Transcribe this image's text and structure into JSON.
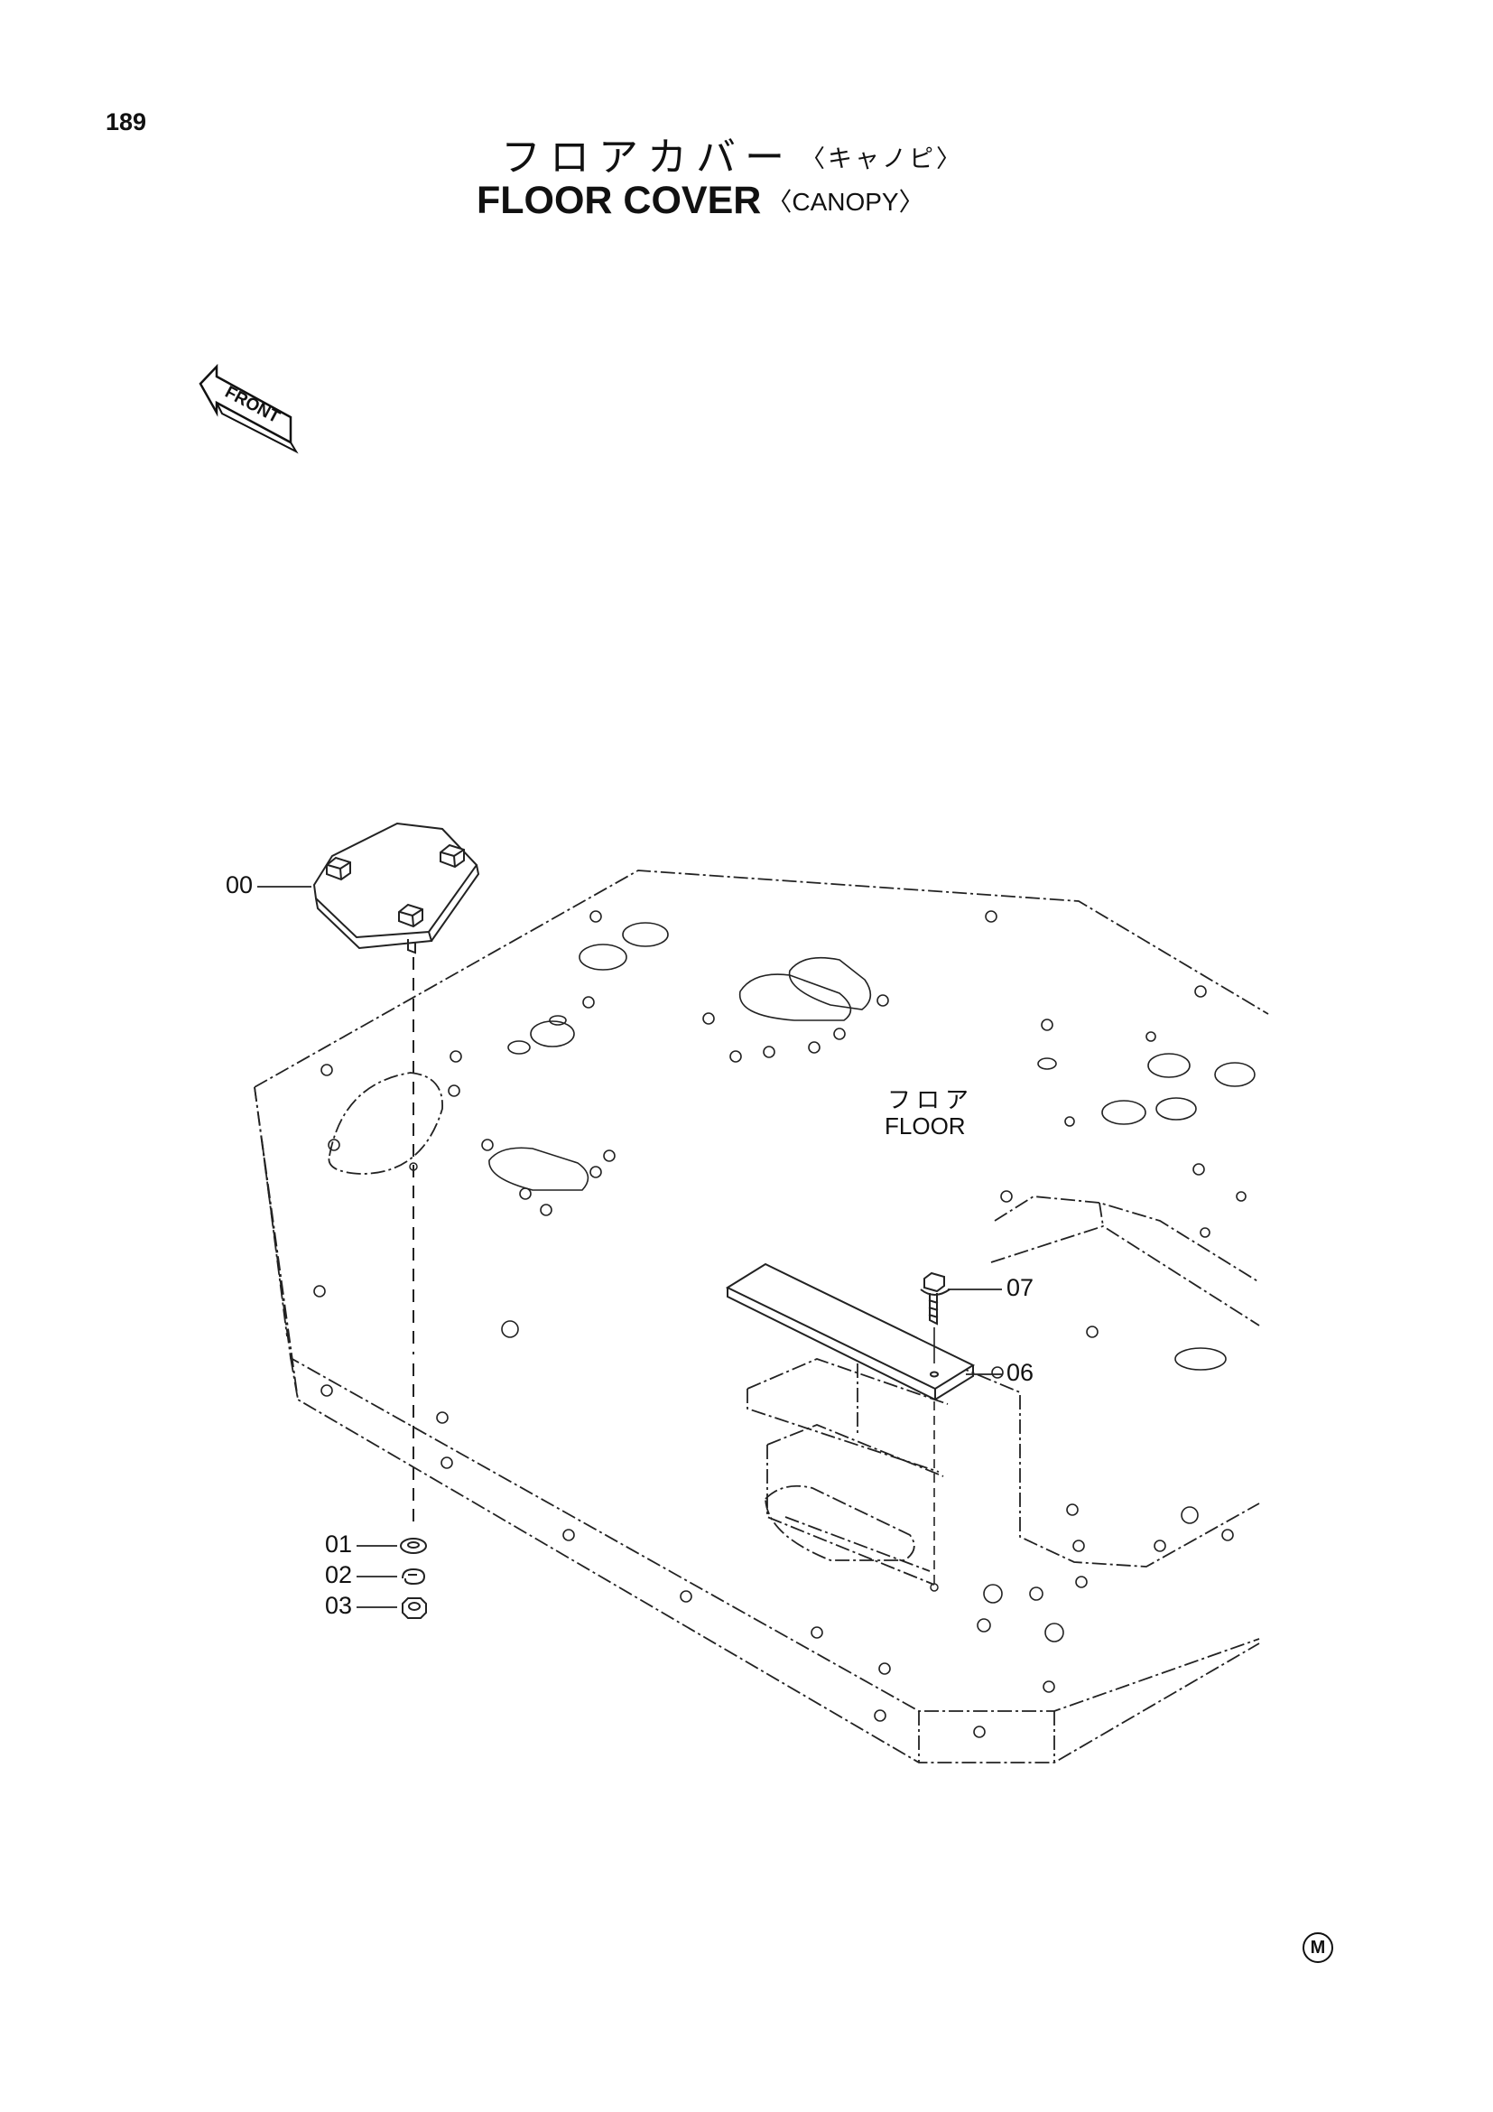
{
  "page": {
    "number": "189"
  },
  "title": {
    "japanese": "フロアカバー",
    "japanese_sub": "〈キャノピ〉",
    "english": "FLOOR COVER",
    "english_sub": "〈CANOPY〉"
  },
  "front_arrow": {
    "label": "FRONT"
  },
  "floor_label": {
    "japanese": "フロア",
    "english": "FLOOR"
  },
  "callouts": [
    {
      "id": "00",
      "part": "floor-cover"
    },
    {
      "id": "01",
      "part": "washer"
    },
    {
      "id": "02",
      "part": "spring-washer"
    },
    {
      "id": "03",
      "part": "nut"
    },
    {
      "id": "06",
      "part": "plate"
    },
    {
      "id": "07",
      "part": "bolt"
    }
  ],
  "marks": {
    "maker": "M"
  }
}
